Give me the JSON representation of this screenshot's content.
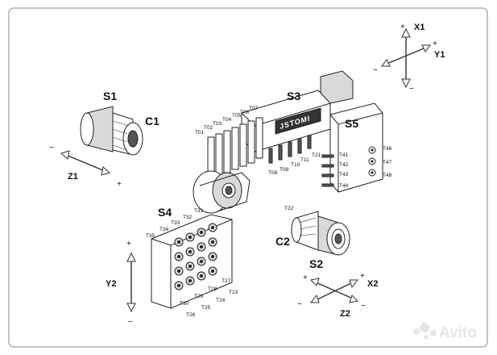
{
  "groups": {
    "s1": "S1",
    "c1": "C1",
    "s3": "S3",
    "s4": "S4",
    "s5": "S5",
    "c2": "C2",
    "s2": "S2"
  },
  "brand": "JSTOMI",
  "axes": {
    "x1": "X1",
    "y1": "Y1",
    "z1": "Z1",
    "y2": "Y2",
    "x2": "X2",
    "z2": "Z2",
    "plus": "+",
    "minus": "−"
  },
  "tools_s3": [
    "T01",
    "T02",
    "T03",
    "T04",
    "T05",
    "T06",
    "T07"
  ],
  "tools_s3_bottom": [
    "T08",
    "T09",
    "T10",
    "T11",
    "T21"
  ],
  "tools_s5": [
    "T41",
    "T42",
    "T43",
    "T44",
    "T46",
    "T47",
    "T48"
  ],
  "tools_s4_top": [
    "T31",
    "T32",
    "T33",
    "T34",
    "T35"
  ],
  "tools_s4_bottom": [
    "T23",
    "T24",
    "T25",
    "T26",
    "T27",
    "T28",
    "T29",
    "T30"
  ],
  "tool_s2": "T22",
  "watermark": "Avito"
}
